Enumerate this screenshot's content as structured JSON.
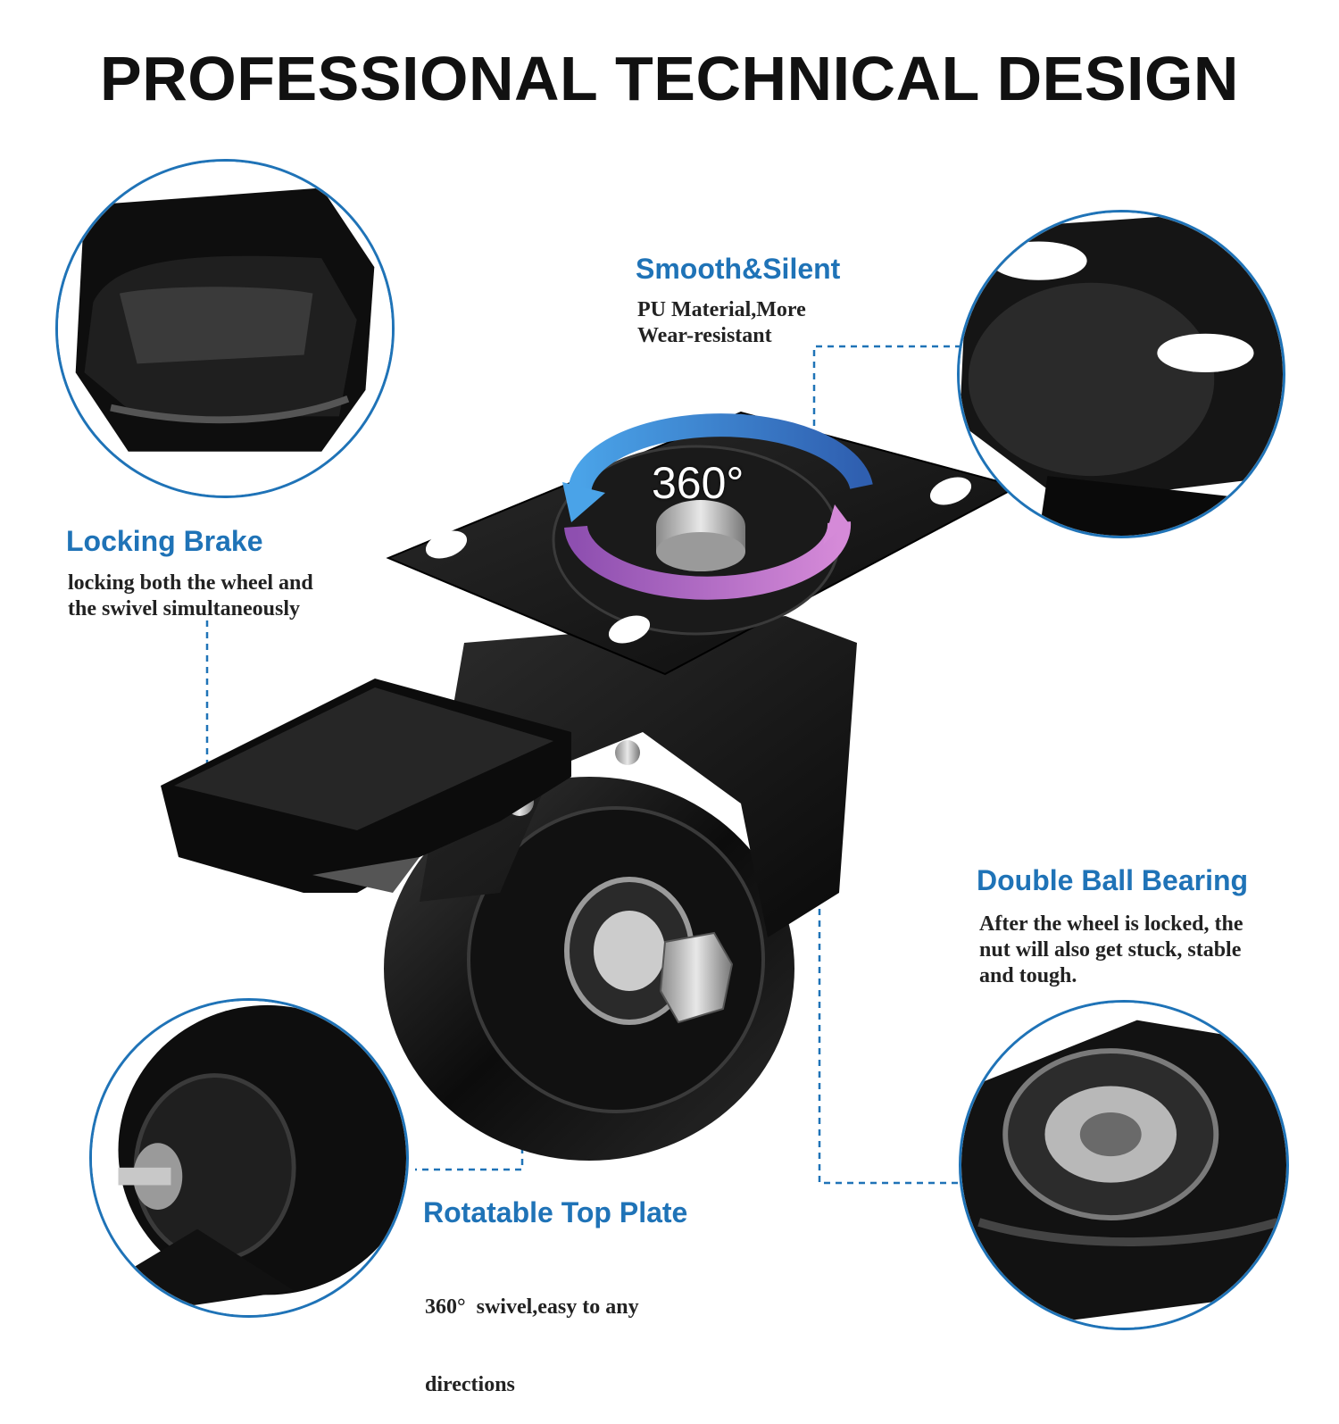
{
  "title": "PROFESSIONAL TECHNICAL DESIGN",
  "rotation_label": "360°",
  "accent_color": "#1f73b7",
  "features": {
    "smooth_silent": {
      "title": "Smooth&Silent",
      "desc_line1": "PU Material,More",
      "desc_line2": "Wear-resistant"
    },
    "locking_brake": {
      "title": "Locking Brake",
      "desc_line1": "locking both the wheel and",
      "desc_line2": "the swivel simultaneously"
    },
    "double_ball_bearing": {
      "title": "Double Ball Bearing",
      "desc_line1": "After the wheel is locked, the",
      "desc_line2": "nut will also get stuck, stable",
      "desc_line3": "and tough."
    },
    "rotatable_top_plate": {
      "title": "Rotatable Top Plate",
      "desc_line1": "360°  swivel,easy to any",
      "desc_line2": "directions"
    }
  },
  "icons": {
    "rotation": "rotation-arrows-icon"
  }
}
